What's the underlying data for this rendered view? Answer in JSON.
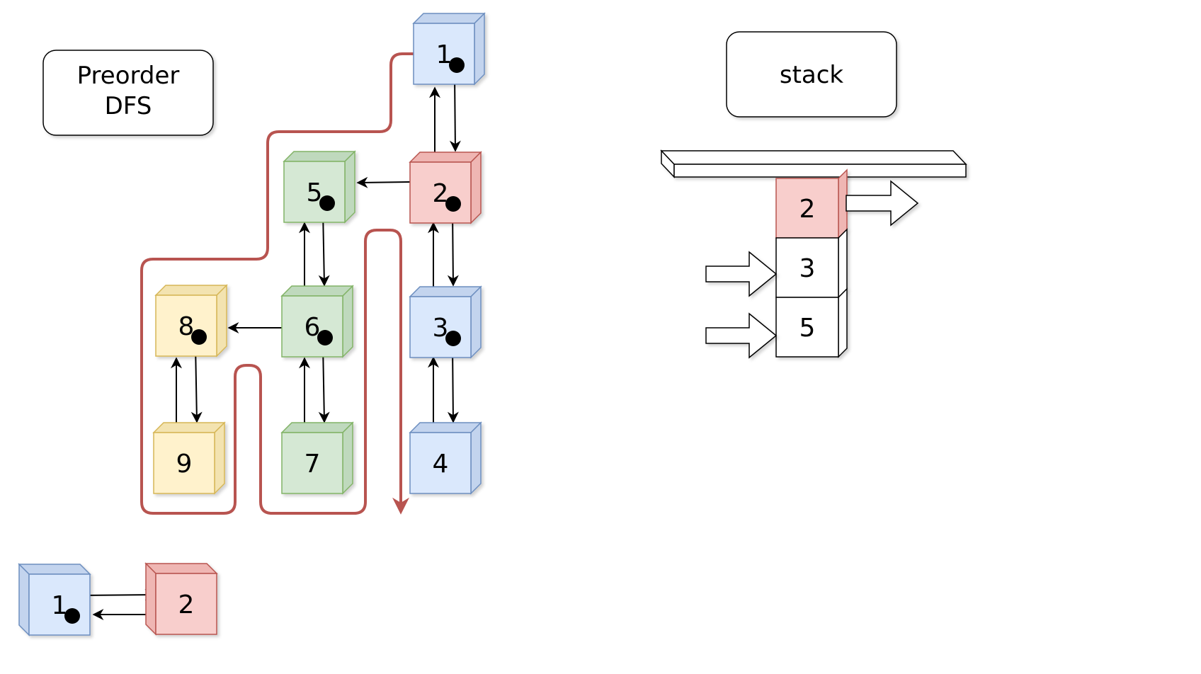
{
  "title_box": {
    "line1": "Preorder",
    "line2": "DFS"
  },
  "stack_box": {
    "label": "stack"
  },
  "colors": {
    "blue": {
      "front": "#dae8fc",
      "side": "#c3d4ee",
      "top": "#c3d4ee",
      "stroke": "#6c8ebf"
    },
    "red": {
      "front": "#f8cecc",
      "side": "#efb6b3",
      "top": "#efb6b3",
      "stroke": "#b85450"
    },
    "green": {
      "front": "#d5e8d4",
      "side": "#bfd9bd",
      "top": "#bfd9bd",
      "stroke": "#82b366"
    },
    "yellow": {
      "front": "#fff2cc",
      "side": "#f3e3b0",
      "top": "#f3e3b0",
      "stroke": "#d6b656"
    },
    "path": "#b85450"
  },
  "tree_nodes": [
    {
      "id": "1",
      "label": "1",
      "color": "blue",
      "dot": true
    },
    {
      "id": "2",
      "label": "2",
      "color": "red",
      "dot": true
    },
    {
      "id": "3",
      "label": "3",
      "color": "blue",
      "dot": true
    },
    {
      "id": "4",
      "label": "4",
      "color": "blue",
      "dot": false
    },
    {
      "id": "5",
      "label": "5",
      "color": "green",
      "dot": true
    },
    {
      "id": "6",
      "label": "6",
      "color": "green",
      "dot": true
    },
    {
      "id": "7",
      "label": "7",
      "color": "green",
      "dot": false
    },
    {
      "id": "8",
      "label": "8",
      "color": "yellow",
      "dot": true
    },
    {
      "id": "9",
      "label": "9",
      "color": "yellow",
      "dot": false
    }
  ],
  "legend_nodes": [
    {
      "id": "L1",
      "label": "1",
      "color": "blue",
      "dot": true
    },
    {
      "id": "L2",
      "label": "2",
      "color": "red",
      "dot": false
    }
  ],
  "stack_items": [
    {
      "label": "2",
      "color": "red"
    },
    {
      "label": "3",
      "color": "white"
    },
    {
      "label": "5",
      "color": "white"
    }
  ]
}
